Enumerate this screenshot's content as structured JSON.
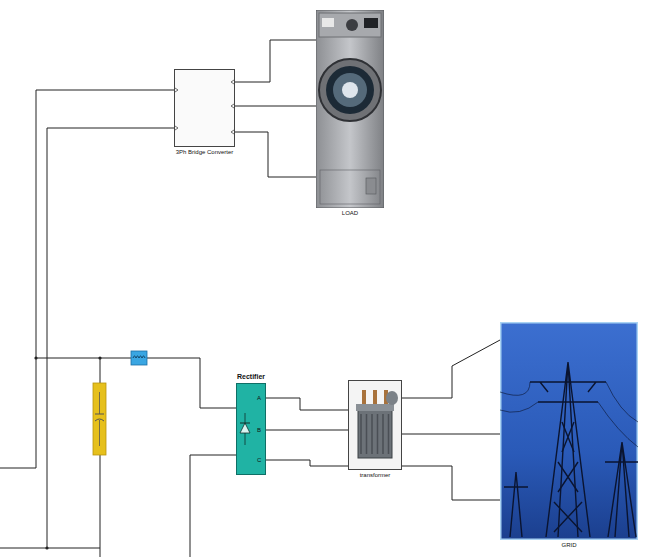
{
  "diagram": {
    "nodes": [
      {
        "text": [
          "3Ph Bridge Converter"
        ]
      },
      {
        "text": [
          "LOAD"
        ]
      },
      {
        "text": [
          "Rectifier"
        ]
      },
      {
        "text": [
          "transformer"
        ]
      },
      {
        "text": [
          "GRID"
        ]
      }
    ],
    "edges": [
      {
        "from": 0,
        "to": 1,
        "arrow": "none"
      },
      {
        "from": 0,
        "to": 1,
        "arrow": "none"
      },
      {
        "from": 0,
        "to": 1,
        "arrow": "none"
      },
      {
        "from": 0,
        "to": 2,
        "arrow": "none"
      },
      {
        "from": 2,
        "to": 3,
        "arrow": "none"
      },
      {
        "from": 2,
        "to": 3,
        "arrow": "none"
      },
      {
        "from": 2,
        "to": 3,
        "arrow": "none"
      },
      {
        "from": 3,
        "to": 4,
        "arrow": "none"
      },
      {
        "from": 3,
        "to": 4,
        "arrow": "none"
      },
      {
        "from": 3,
        "to": 4,
        "arrow": "none"
      }
    ],
    "labels": [
      "A",
      "B",
      "C"
    ]
  }
}
